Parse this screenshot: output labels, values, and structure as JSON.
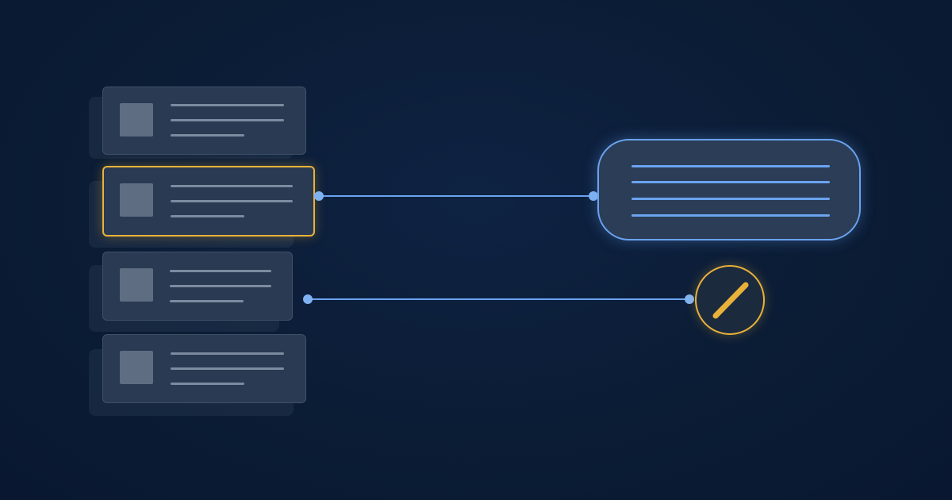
{
  "scene": {
    "background": "#0b1d36",
    "accent_blue": "#6aa3f0",
    "accent_amber": "#e8b23a",
    "card_fill": "#2a3a52"
  },
  "list": {
    "items": [
      {
        "name": "list-card-1",
        "state": "default",
        "thumb_icon": "image-placeholder-icon"
      },
      {
        "name": "list-card-2",
        "state": "selected",
        "thumb_icon": "image-placeholder-icon"
      },
      {
        "name": "list-card-3",
        "state": "default",
        "thumb_icon": "image-placeholder-icon"
      },
      {
        "name": "list-card-4",
        "state": "default",
        "thumb_icon": "image-placeholder-icon"
      }
    ]
  },
  "connections": [
    {
      "from": "list-card-2",
      "to": "text-bubble"
    },
    {
      "from": "list-card-3",
      "to": "disabled-badge"
    }
  ],
  "targets": {
    "bubble_icon": "text-lines-icon",
    "badge_icon": "slash-icon"
  }
}
